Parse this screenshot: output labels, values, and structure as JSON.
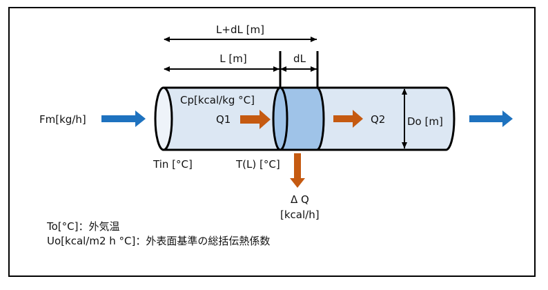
{
  "labels": {
    "total_length": "L+dL [m]",
    "length": "L [m]",
    "segment": "dL",
    "cp": "Cp[kcal/kg °C]",
    "q1": "Q1",
    "q2": "Q2",
    "diameter": "Do [m]",
    "flow": "Fm[kg/h]",
    "tin": "Tin [°C]",
    "tl": "T(L) [°C]",
    "dq": "Δ Q",
    "dq_unit": "[kcal/h]"
  },
  "notes": {
    "to": "To[°C]：外気温",
    "uo": "Uo[kcal/m2 h °C]：外表面基準の総括伝熱係数"
  },
  "colors": {
    "pipe_fill": "#dce7f3",
    "segment_fill": "#9fc3e8",
    "flow_arrow": "#1e72bf",
    "heat_arrow": "#c55a11"
  }
}
